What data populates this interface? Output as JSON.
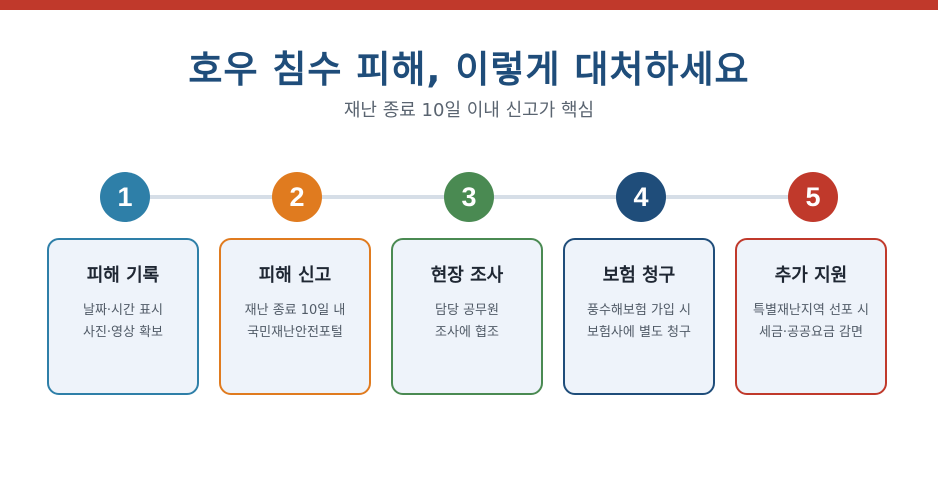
{
  "colors": {
    "top_bar": "#c0392b",
    "title": "#1f4d7a",
    "connector": "#d6dee7",
    "card_background": "#eef3fa"
  },
  "header": {
    "title": "호우 침수 피해, 이렇게 대처하세요",
    "subtitle": "재난 종료 10일 이내 신고가 핵심"
  },
  "steps": [
    {
      "number": "1",
      "title": "피해 기록",
      "line1": "날짜·시간 표시",
      "line2": "사진·영상 확보",
      "color": "#2e7fa8"
    },
    {
      "number": "2",
      "title": "피해 신고",
      "line1": "재난 종료 10일 내",
      "line2": "국민재난안전포털",
      "color": "#e07b1f"
    },
    {
      "number": "3",
      "title": "현장 조사",
      "line1": "담당 공무원",
      "line2": "조사에 협조",
      "color": "#4a8a52"
    },
    {
      "number": "4",
      "title": "보험 청구",
      "line1": "풍수해보험 가입 시",
      "line2": "보험사에 별도 청구",
      "color": "#1f4d7a"
    },
    {
      "number": "5",
      "title": "추가 지원",
      "line1": "특별재난지역 선포 시",
      "line2": "세금·공공요금 감면",
      "color": "#c0392b"
    }
  ]
}
